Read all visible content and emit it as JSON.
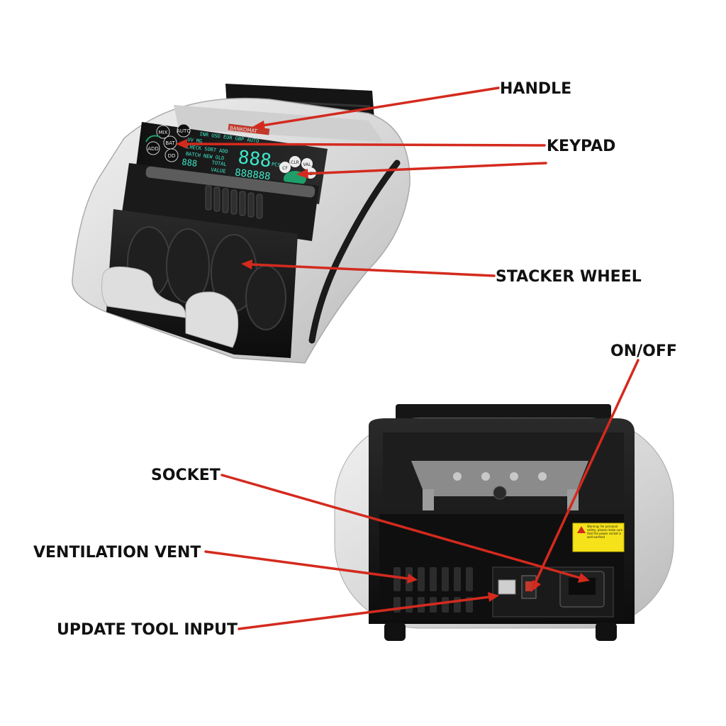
{
  "labels": {
    "handle": "HANDLE",
    "keypad": "KEYPAD",
    "stacker_wheel": "STACKER WHEEL",
    "on_off": "ON/OFF",
    "socket": "SOCKET",
    "ventilation_vent": "VENTILATION VENT",
    "update_tool_input": "UPDATE TOOL INPUT"
  },
  "machine_text": {
    "brand": "BANKOMAT",
    "currencies": "INR USD EUR GBP AUTO",
    "modes_1": "UV MG",
    "modes_2": "CHECK  SORT  ADD",
    "modes_3": "BATCH  NEW  OLD",
    "modes_4": "TOTAL",
    "modes_5": "VALUE",
    "pcs": "PCS",
    "big_digits": "888",
    "small_digits": "888",
    "value_digits": "888888",
    "key_mix": "MIX",
    "key_auto": "AUTO",
    "key_bat": "BAT",
    "key_add": "ADD",
    "key_dd": "DD",
    "key_clr": "CLR",
    "key_val": "VAL",
    "key_cf": "CF",
    "key_rep": "REP",
    "warning": "Warning: for personal safety, please make sure that the power socket is well-earthed"
  },
  "colors": {
    "arrow": "#d42a1e",
    "label": "#111111",
    "body_grey": "#d9d9d9",
    "body_dark": "#141414",
    "lcd": "#3ee6c8",
    "keypad_green": "#1f9e6a",
    "warning_yellow": "#f5e21a"
  }
}
